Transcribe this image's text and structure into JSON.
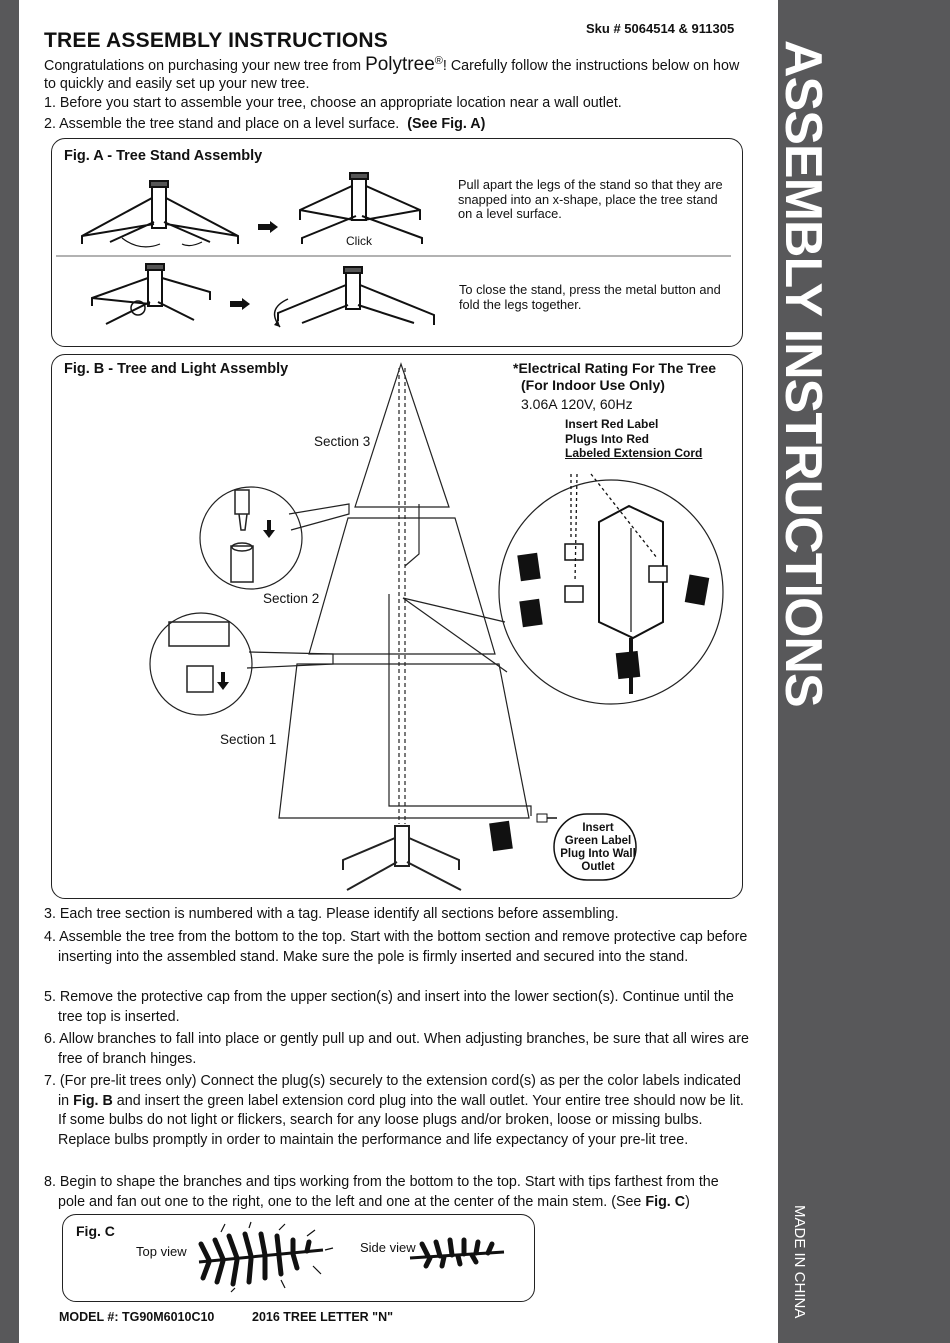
{
  "side": {
    "vertical_title": "ASSEMBLY INSTRUCTIONS",
    "made_in": "MADE IN CHINA"
  },
  "header": {
    "sku": "Sku # 5064514 & 911305",
    "title": "TREE ASSEMBLY INSTRUCTIONS",
    "intro_pre": "Congratulations on purchasing your new tree from ",
    "brand": "Polytree",
    "brand_mark": "®",
    "intro_post": "! Carefully follow the instructions below on how to quickly and easily set up your new tree."
  },
  "steps_top": [
    "1. Before you start to assemble your tree, choose an appropriate location near a wall outlet.",
    "2. Assemble the tree stand and place on a level surface."
  ],
  "step2_ref": "(See Fig. A)",
  "fig_a": {
    "label": "Fig. A - Tree Stand Assembly",
    "click": "Click",
    "note_open": "Pull apart the legs of the stand so that they are snapped into an x-shape, place the tree stand on a level surface.",
    "note_close": "To close the stand, press the metal button and fold the legs together."
  },
  "fig_b": {
    "label": "Fig. B - Tree and Light Assembly",
    "section3": "Section 3",
    "section2": "Section 2",
    "section1": "Section 1",
    "elec_title_1": "*Electrical Rating For The Tree",
    "elec_title_2": "(For Indoor Use Only)",
    "elec_value": "3.06A 120V, 60Hz",
    "red_1": "Insert Red Label",
    "red_2": "Plugs Into Red",
    "red_3": "Labeled Extension Cord",
    "green_1": "Insert",
    "green_2": "Green Label",
    "green_3": "Plug Into Wall",
    "green_4": "Outlet"
  },
  "steps_bottom": [
    "3. Each tree section is numbered with a tag. Please identify all sections before assembling.",
    "4. Assemble the tree from the bottom to the top. Start with the bottom section and remove protective cap before inserting into the assembled stand. Make sure the pole is firmly inserted and secured into the stand.",
    "5. Remove the protective cap from the upper section(s) and insert into the lower section(s). Continue until the tree top is inserted.",
    "6. Allow branches to fall into place or gently pull up and out. When adjusting branches, be sure that all wires are free of branch hinges."
  ],
  "step7": {
    "pre": "7. (For pre-lit trees only) Connect the plug(s) securely to the extension cord(s) as per the color labels indicated in ",
    "ref": "Fig. B",
    "post": " and insert the green label extension cord plug into the wall outlet. Your entire tree should now be lit. If some bulbs do not light or flickers, search for any loose plugs and/or broken, loose or missing bulbs. Replace bulbs promptly in order to maintain the performance and life expectancy of your pre-lit tree."
  },
  "step8": {
    "pre": "8. Begin to shape the branches and tips working from the bottom to the top. Start with tips farthest from the pole and fan out one to the right, one to the left and one at the center of the main stem. (See ",
    "ref": "Fig. C",
    "post": ")"
  },
  "fig_c": {
    "label": "Fig. C",
    "top_view": "Top view",
    "side_view": "Side view"
  },
  "footer": {
    "model": "MODEL #: TG90M6010C10",
    "letter": "2016 TREE LETTER \"N\""
  }
}
